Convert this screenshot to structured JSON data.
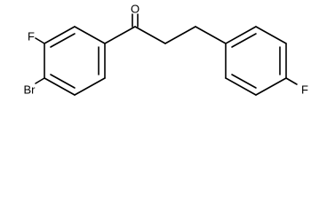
{
  "molecule": {
    "atoms": {
      "oxygen": "O",
      "fluorine_top": "F",
      "bromine": "Br",
      "fluorine_right": "F"
    },
    "colors": {
      "bond": "#000000",
      "label": "#000000",
      "background": "#ffffff"
    }
  }
}
